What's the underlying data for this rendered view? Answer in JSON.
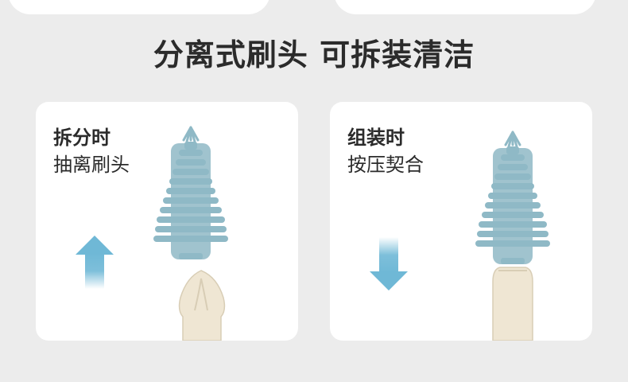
{
  "title": "分离式刷头 可拆装清洁",
  "panels": [
    {
      "heading": "拆分时",
      "subheading": "抽离刷头",
      "arrow": "up-arrow-icon"
    },
    {
      "heading": "组装时",
      "subheading": "按压契合",
      "arrow": "down-arrow-icon"
    }
  ],
  "colors": {
    "background": "#ececec",
    "panel": "#ffffff",
    "bristle": "#8fb9c6",
    "handle": "#efe6d3",
    "arrow": "#6fb8d6"
  }
}
